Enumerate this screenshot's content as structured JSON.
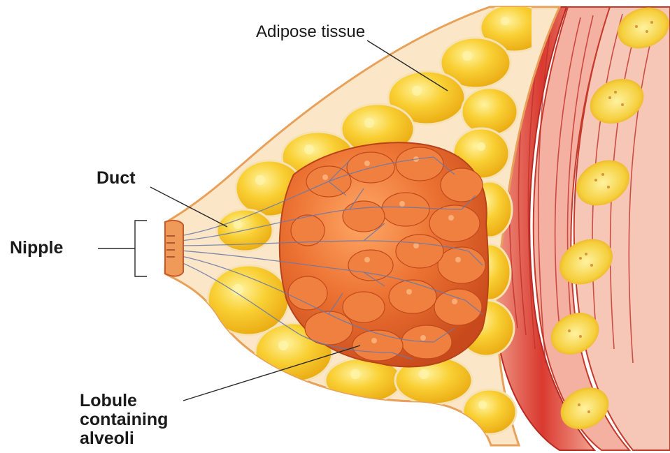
{
  "diagram": {
    "labels": {
      "adipose": "Adipose tissue",
      "duct": "Duct",
      "nipple": "Nipple",
      "lobule_line1": "Lobule",
      "lobule_line2": "containing",
      "lobule_line3": "alveoli"
    },
    "colors": {
      "fat_fill": "#f7c21a",
      "fat_highlight": "#fde36a",
      "gland_fill": "#e8682a",
      "gland_dark": "#c8431a",
      "muscle_red": "#d8352e",
      "muscle_light": "#f08a78",
      "skin": "#f3b66a",
      "leader_line": "#2a2a2a"
    }
  }
}
